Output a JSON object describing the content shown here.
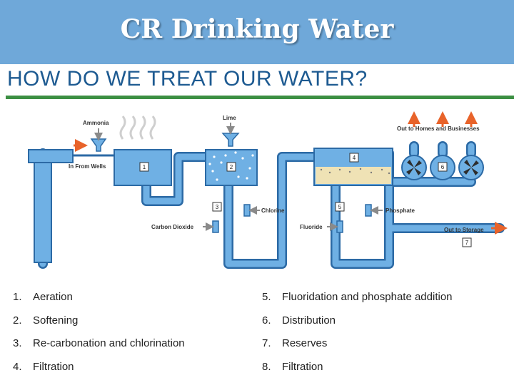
{
  "header": {
    "title": "CR Drinking Water"
  },
  "banner": {
    "title": "HOW DO WE TREAT OUR WATER?"
  },
  "diagram": {
    "ammonia": "Ammonia",
    "lime": "Lime",
    "in_from_wells": "In From Wells",
    "chlorine": "Chlorine",
    "carbon_dioxide": "Carbon Dioxide",
    "fluoride": "Fluoride",
    "phosphate": "Phosphate",
    "out_homes": "Out to Homes and Businesses",
    "out_storage": "Out to Storage",
    "steps": [
      "1",
      "2",
      "3",
      "4",
      "5",
      "6",
      "7"
    ]
  },
  "steps_list": {
    "left": [
      {
        "num": "1.",
        "label": "Aeration"
      },
      {
        "num": "2.",
        "label": "Softening"
      },
      {
        "num": "3.",
        "label": "Re-carbonation and chlorination"
      },
      {
        "num": "4.",
        "label": "Filtration"
      }
    ],
    "right": [
      {
        "num": "5.",
        "label": "Fluoridation and phosphate addition"
      },
      {
        "num": "6.",
        "label": "Distribution"
      },
      {
        "num": "7.",
        "label": "Reserves"
      },
      {
        "num": "8.",
        "label": "Filtration"
      }
    ]
  },
  "colors": {
    "header": "#6fa8d9",
    "banner_text": "#1d5a91",
    "banner_line": "#3c8f43",
    "water": "#6fb0e4",
    "pipe_outline": "#2c6aa5",
    "arrow_orange": "#e8632a"
  }
}
